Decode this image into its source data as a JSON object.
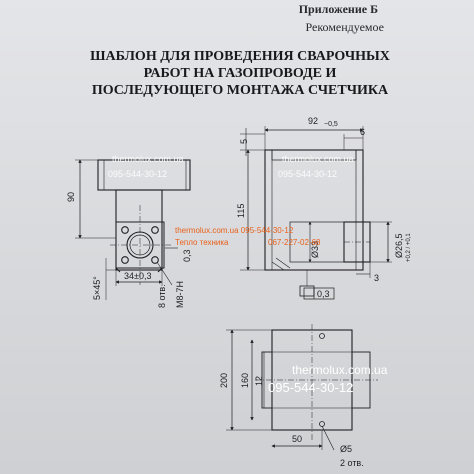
{
  "header": {
    "annex": "Приложение Б",
    "annex_type": "Рекомендуемое"
  },
  "title": {
    "line1": "ШАБЛОН ДЛЯ ПРОВЕДЕНИЯ СВАРОЧНЫХ",
    "line2": "РАБОТ НА ГАЗОПРОВОДЕ И",
    "line3": "ПОСЛЕДУЮЩЕГО МОНТАЖА СЧЕТЧИКА"
  },
  "dimensions": {
    "d90": "90",
    "d92": "92",
    "d92_tol": "−0,5",
    "d5": "5",
    "d6": "6",
    "d115": "115",
    "d34": "34±0,3",
    "d5x45": "5×45°",
    "thread": "М8-7Н",
    "holes": "8 отв.",
    "d03a": "0,3",
    "d33": "Ø33",
    "d265": "Ø26,5",
    "d265_tol": "+0,2 / +0,1",
    "d3": "3",
    "d03b": "0,3",
    "d200": "200",
    "d160": "160",
    "d12": "12",
    "d50": "50",
    "d5hole": "Ø5",
    "d5hole_count": "2 отв."
  },
  "watermarks": {
    "brand": "thermolux.com.ua",
    "phone": "095-544-30-12",
    "phone2": "067-227-02-68",
    "brand_line": "thermolux.com.ua 095-544-30-12",
    "brand_line2": "Тепло техника"
  },
  "colors": {
    "paper": "#dcdde0",
    "ink": "#1e1f22",
    "watermark": "#ffffff",
    "watermark_orange": "#e8611a"
  }
}
